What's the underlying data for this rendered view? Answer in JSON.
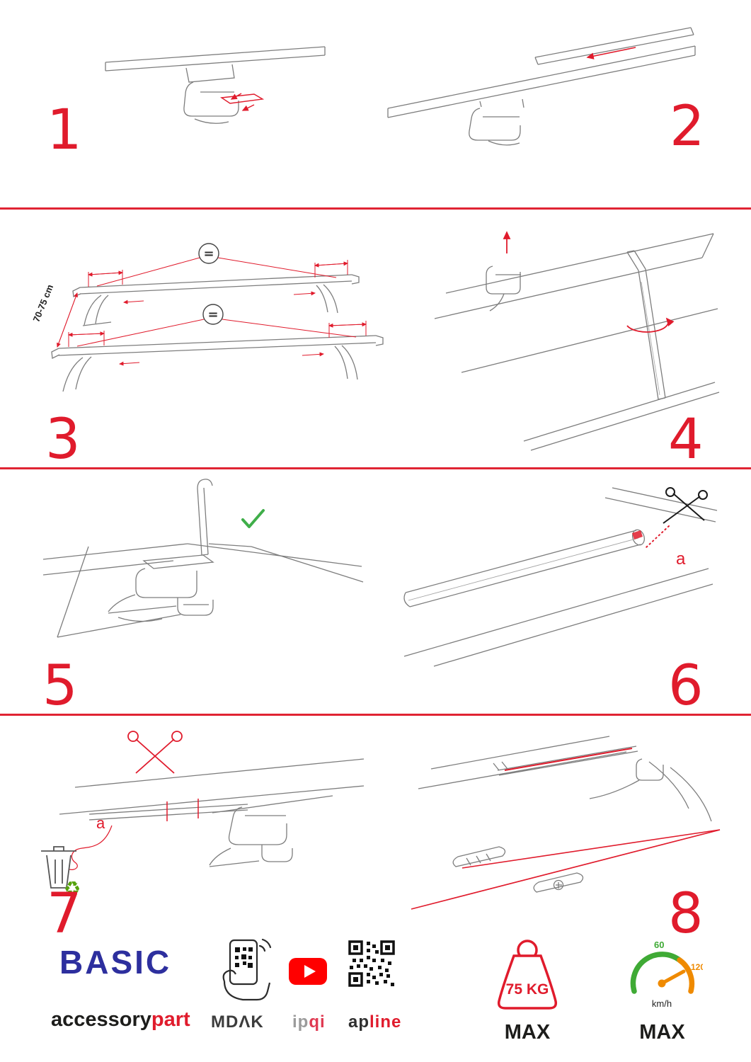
{
  "colors": {
    "accent_red": "#e01b2c",
    "brand_blue": "#2d2f9e",
    "youtube_red": "#ff0000",
    "check_green": "#3fae49",
    "recycle_green": "#56a30c",
    "gauge_green": "#3faa35",
    "gauge_orange": "#ef8a00",
    "line_gray": "#7d7d7d"
  },
  "steps": {
    "s1": {
      "number": "1"
    },
    "s2": {
      "number": "2"
    },
    "s3": {
      "number": "3",
      "equals": "=",
      "dimension": "70-75 cm"
    },
    "s4": {
      "number": "4"
    },
    "s5": {
      "number": "5"
    },
    "s6": {
      "number": "6",
      "label": "a"
    },
    "s7": {
      "number": "7",
      "label": "a",
      "recycle_glyph": "♻"
    },
    "s8": {
      "number": "8"
    }
  },
  "footer": {
    "brand": "BASIC",
    "brand_sub_black": "accessory",
    "brand_sub_red": "part",
    "partner_mdak": "MDΛK",
    "partner_ip": "ip",
    "partner_qi": "qi",
    "partner_ap": "ap",
    "partner_line": "line",
    "weight_value": "75 KG",
    "max_label": "MAX",
    "speed_low": "60",
    "speed_high": "120",
    "speed_unit": "km/h"
  }
}
